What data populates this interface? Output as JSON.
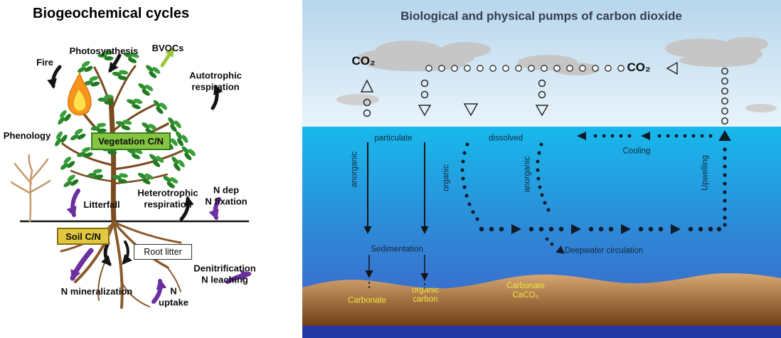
{
  "left_panel": {
    "title": "Biogeochemical cycles",
    "labels": {
      "photosynthesis": "Photosynthesis",
      "bvocs": "BVOCs",
      "fire": "Fire",
      "autotrophic_respiration": "Autotrophic\nrespiration",
      "phenology": "Phenology",
      "vegetation_cn": "Vegetation C/N",
      "litterfall": "Litterfall",
      "heterotrophic_respiration": "Heterotrophic\nrespiration",
      "n_dep_fixation": "N dep\nN fixation",
      "soil_cn": "Soil C/N",
      "root_litter": "Root litter",
      "denitrification_leaching": "Denitrification\nN leaching",
      "n_mineralization": "N mineralization",
      "n_uptake": "N\nuptake"
    },
    "colors": {
      "vegetation_box": "#84C441",
      "soil_box": "#E2C83F",
      "arrow_black": "#141414",
      "arrow_purple": "#6B2FA0",
      "bvoc_arrow": "#9BC53D",
      "fire_outer": "#F7941D",
      "fire_inner": "#FFE34D"
    }
  },
  "right_panel": {
    "title": "Biological and physical pumps of carbon dioxide",
    "co2_left": "CO₂",
    "co2_right": "CO₂",
    "water_labels": {
      "particulate": "particulate",
      "dissolved": "dissolved",
      "anorganic_left": "anorganic",
      "organic": "organic",
      "anorganic_mid": "anorganic",
      "cooling": "Cooling",
      "upwelling": "Upwelling",
      "sedimentation": "Sedimentation",
      "deepwater_circulation": "Deepwater circulation"
    },
    "sediment_labels": {
      "carbonate": "Carbonate",
      "organic_carbon": "organic\ncarbon",
      "carbonate_caco3": "Carbonate\nCaCO₃"
    },
    "colors": {
      "sky_top": "#B7D6EC",
      "ocean_top": "#17B9EC",
      "ocean_bottom": "#3F63C8",
      "sediment_top": "#D8A873",
      "sediment_bottom": "#6F3E16",
      "bottom_bar": "#2438A6",
      "sediment_label_text": "#EFE63E"
    }
  }
}
